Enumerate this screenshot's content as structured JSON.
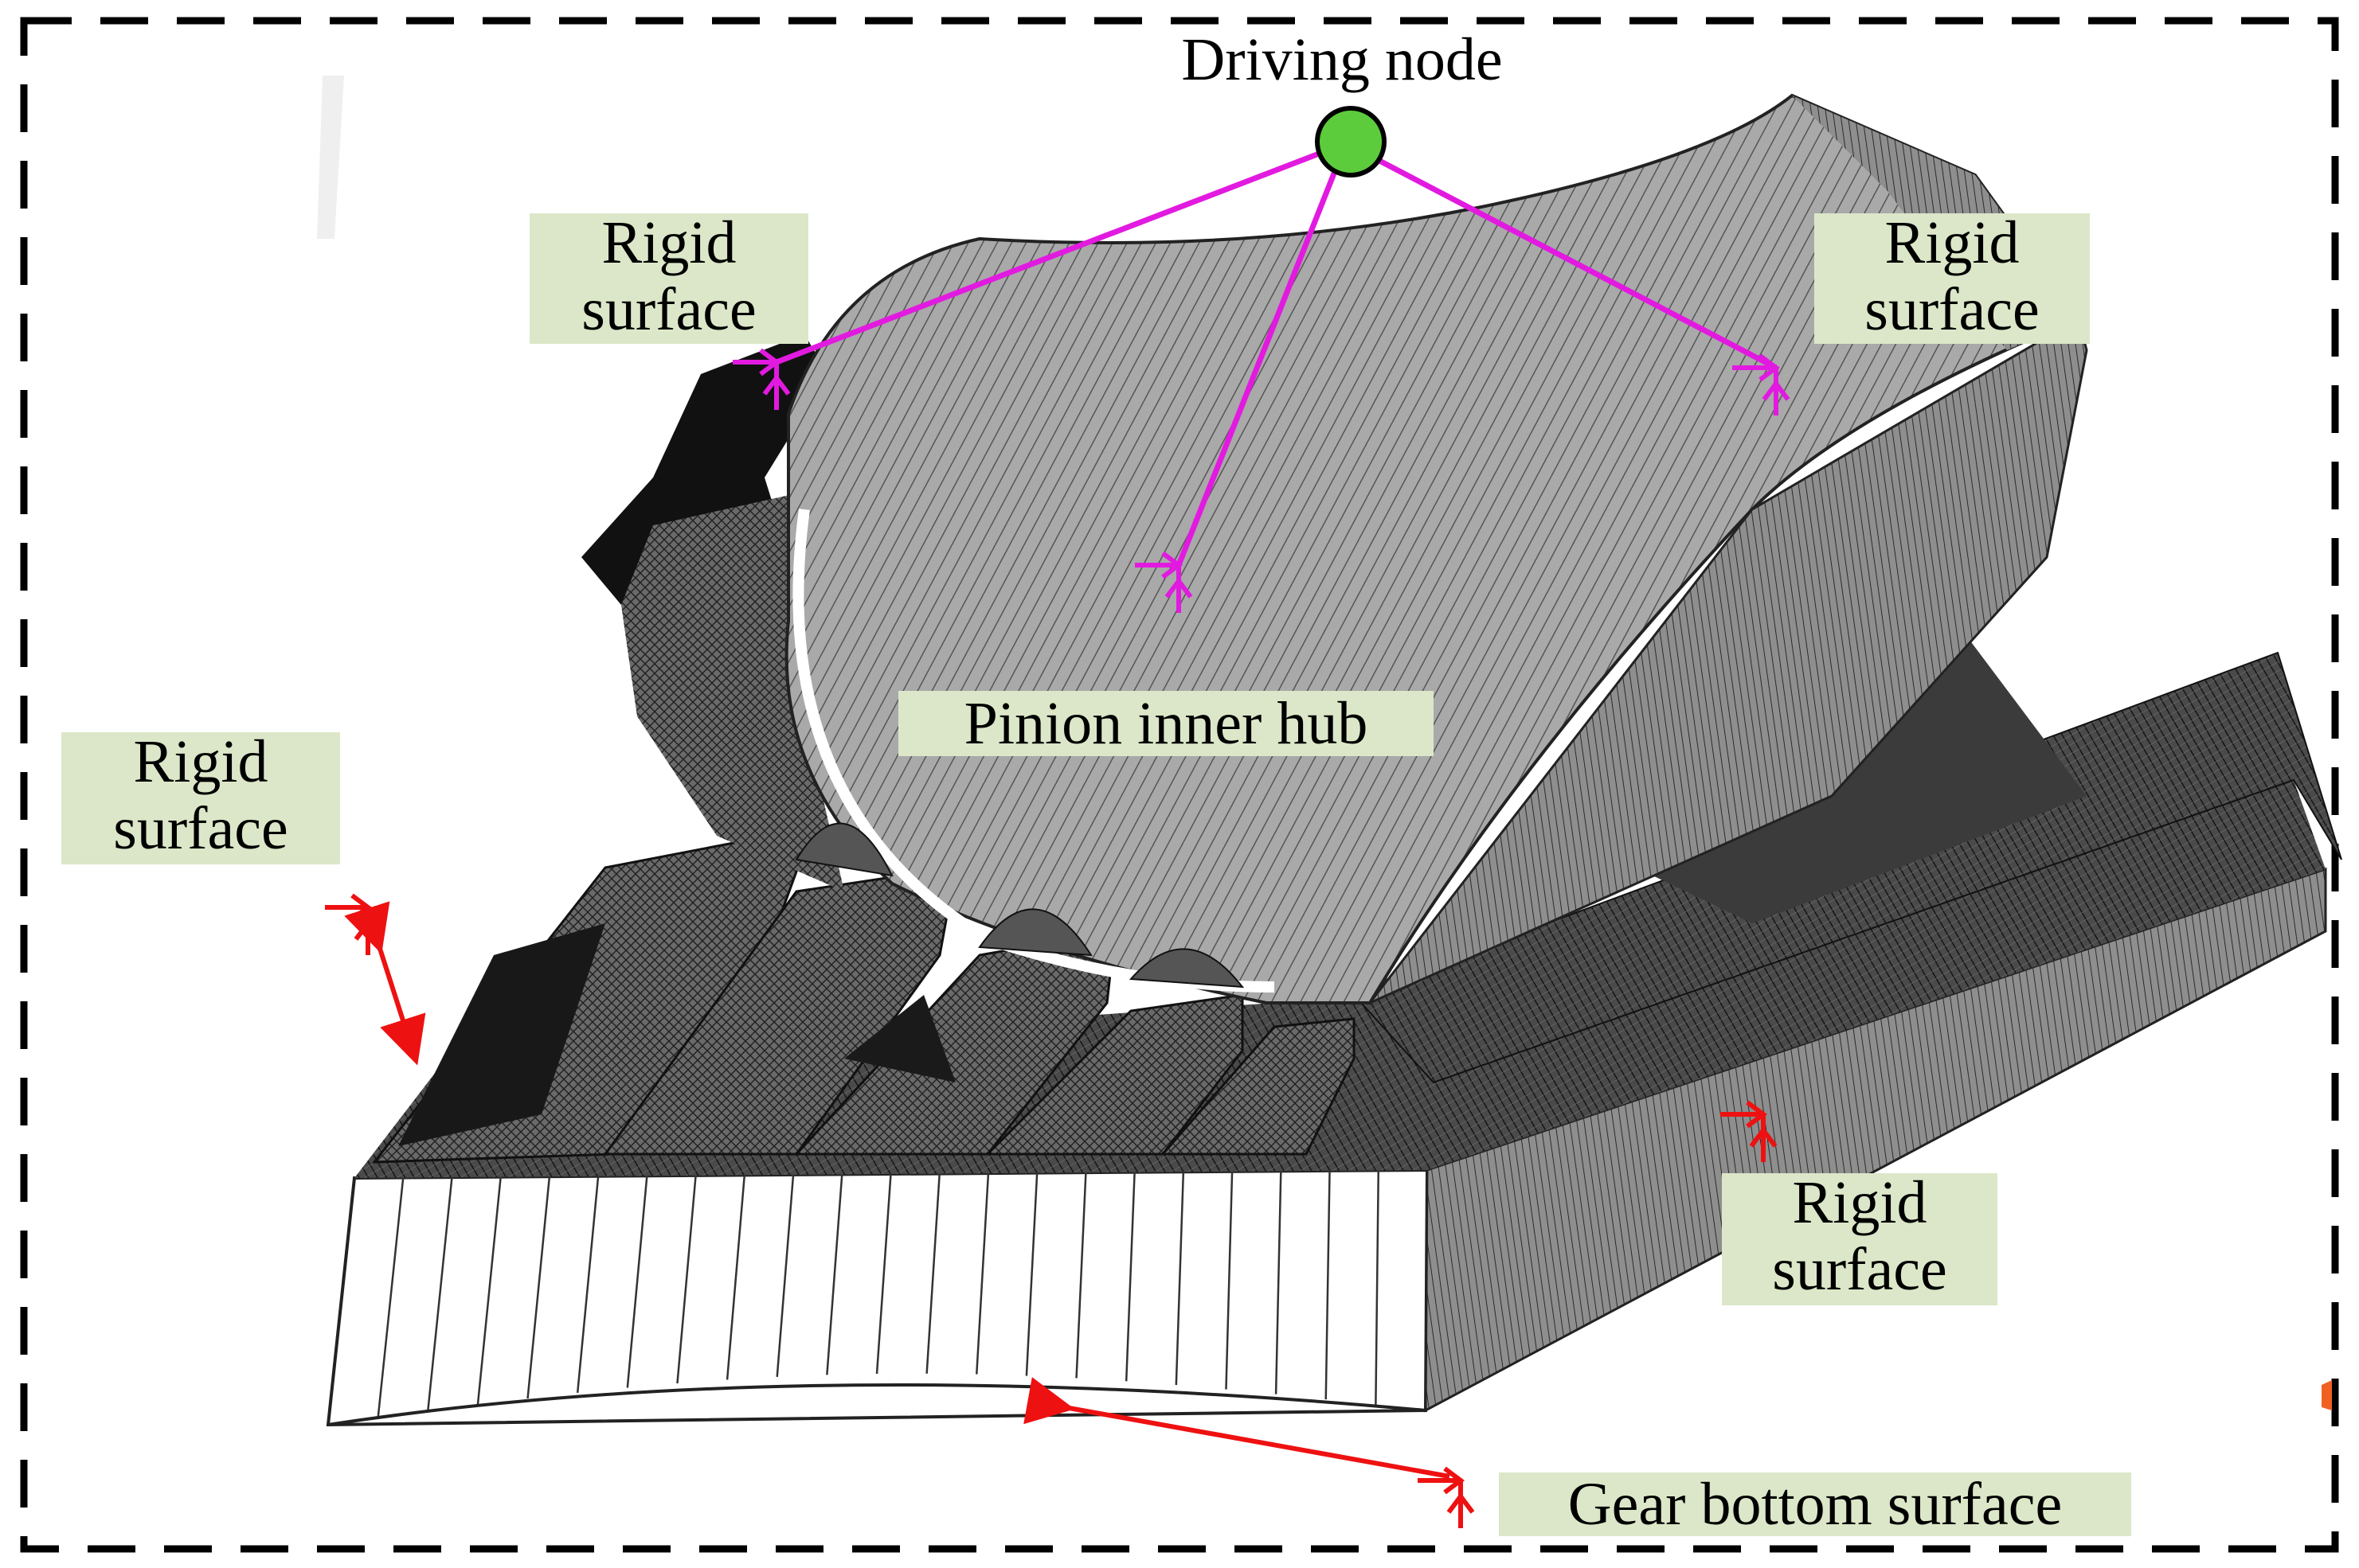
{
  "labels": {
    "driving_node": "Driving node",
    "pinion_inner_hub": "Pinion inner hub",
    "gear_bottom_surface": "Gear bottom surface",
    "rigid_top_left_line1": "Rigid",
    "rigid_top_left_line2": "surface",
    "rigid_top_right_line1": "Rigid",
    "rigid_top_right_line2": "surface",
    "rigid_mid_left_line1": "Rigid",
    "rigid_mid_left_line2": "surface",
    "rigid_bottom_right_line1": "Rigid",
    "rigid_bottom_right_line2": "surface"
  },
  "colors": {
    "label_background": "#dbe7c8",
    "coupling_lines": "#e21ae0",
    "boundary_arrows": "#ee1111",
    "driving_node_fill": "#5ccc3c",
    "mesh_dark": "#1e1e1e",
    "mesh_mid": "#6a6a6a",
    "frame": "#000000"
  },
  "icons": {
    "driving_node": "circle-node-icon",
    "coupling_marker": "coupling-arrow-icon",
    "constraint_marker": "constraint-arrow-icon"
  }
}
